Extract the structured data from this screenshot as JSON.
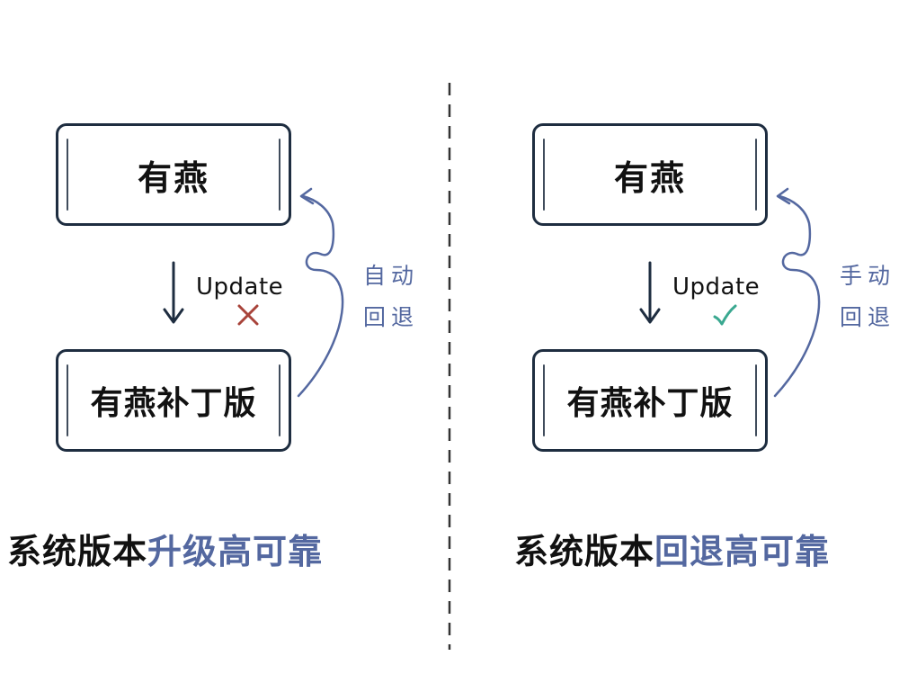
{
  "colors": {
    "ink": "#1e2d40",
    "accent": "#5468a0",
    "fail_mark": "#a8433a",
    "success_mark": "#3aa890"
  },
  "left": {
    "top_box": "有燕",
    "bottom_box": "有燕补丁版",
    "update_label": "Update",
    "status": "cross-mark-icon",
    "side_label": "自动回退",
    "caption_plain": "系统版本",
    "caption_accent": "升级高可靠"
  },
  "right": {
    "top_box": "有燕",
    "bottom_box": "有燕补丁版",
    "update_label": "Update",
    "status": "check-mark-icon",
    "side_label": "手动回退",
    "caption_plain": "系统版本",
    "caption_accent": "回退高可靠"
  }
}
